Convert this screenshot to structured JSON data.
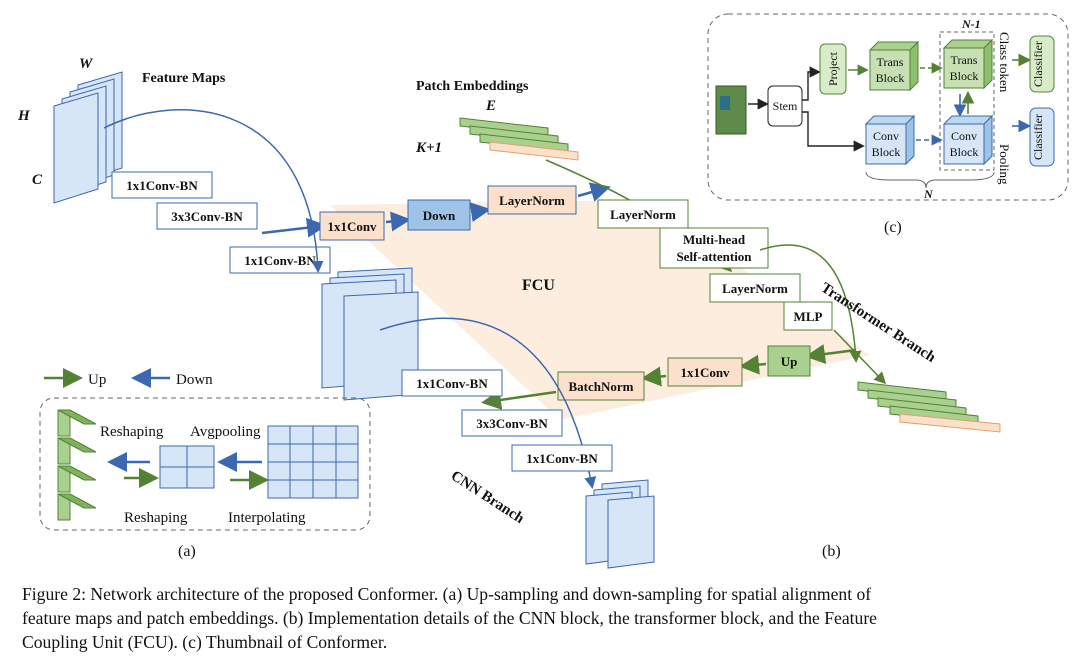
{
  "panel_a": {
    "legend_up": "Up",
    "legend_down": "Down",
    "reshaping_top": "Reshaping",
    "avgpooling": "Avgpooling",
    "reshaping_bottom": "Reshaping",
    "interpolating": "Interpolating",
    "panel_label": "(a)"
  },
  "panel_b": {
    "feature_maps": "Feature Maps",
    "dim_w": "W",
    "dim_h": "H",
    "dim_c": "C",
    "cnn_top_conv1": "1x1Conv-BN",
    "cnn_top_conv3": "3x3Conv-BN",
    "cnn_top_conv1b": "1x1Conv-BN",
    "down_conv": "1x1Conv",
    "down": "Down",
    "down_layernorm": "LayerNorm",
    "patch_embeddings": "Patch Embeddings",
    "dim_e": "E",
    "dim_k1": "K+1",
    "tr_layernorm1": "LayerNorm",
    "tr_mhsa_1": "Multi-head",
    "tr_mhsa_2": "Self-attention",
    "tr_layernorm2": "LayerNorm",
    "tr_mlp": "MLP",
    "fcu": "FCU",
    "transformer_branch": "Transformer Branch",
    "up": "Up",
    "up_conv": "1x1Conv",
    "up_batchnorm": "BatchNorm",
    "cnn_bot_conv1": "1x1Conv-BN",
    "cnn_bot_conv3": "3x3Conv-BN",
    "cnn_bot_conv1b": "1x1Conv-BN",
    "cnn_branch": "CNN Branch",
    "panel_label": "(b)"
  },
  "panel_c": {
    "stem": "Stem",
    "project": "Project",
    "trans_block_1": "Trans",
    "trans_block_2": "Block",
    "trans_block_n1": "Trans",
    "trans_block_n2": "Block",
    "conv_block_1": "Conv",
    "conv_block_2": "Block",
    "conv_block_n1": "Conv",
    "conv_block_n2": "Block",
    "n_minus_1": "N-1",
    "n": "N",
    "class_token": "Class token",
    "pooling": "Pooling",
    "classifier_top": "Classifier",
    "classifier_bottom": "Classifier",
    "panel_label": "(c)"
  },
  "caption": {
    "line1": "Figure 2: Network architecture of the proposed Conformer. (a) Up-sampling and down-sampling for spatial alignment of",
    "line2": "feature maps and patch embeddings. (b) Implementation details of the CNN block, the transformer block, and the Feature",
    "line3": "Coupling Unit (FCU). (c) Thumbnail of Conformer."
  },
  "colors": {
    "blue_fill": "#d6e6f7",
    "blue_stroke": "#3c68b0",
    "green_fill": "#a9d08e",
    "green_stroke": "#548235",
    "peach": "#fbe0cc",
    "fcu_plane": "#fcebdc"
  }
}
